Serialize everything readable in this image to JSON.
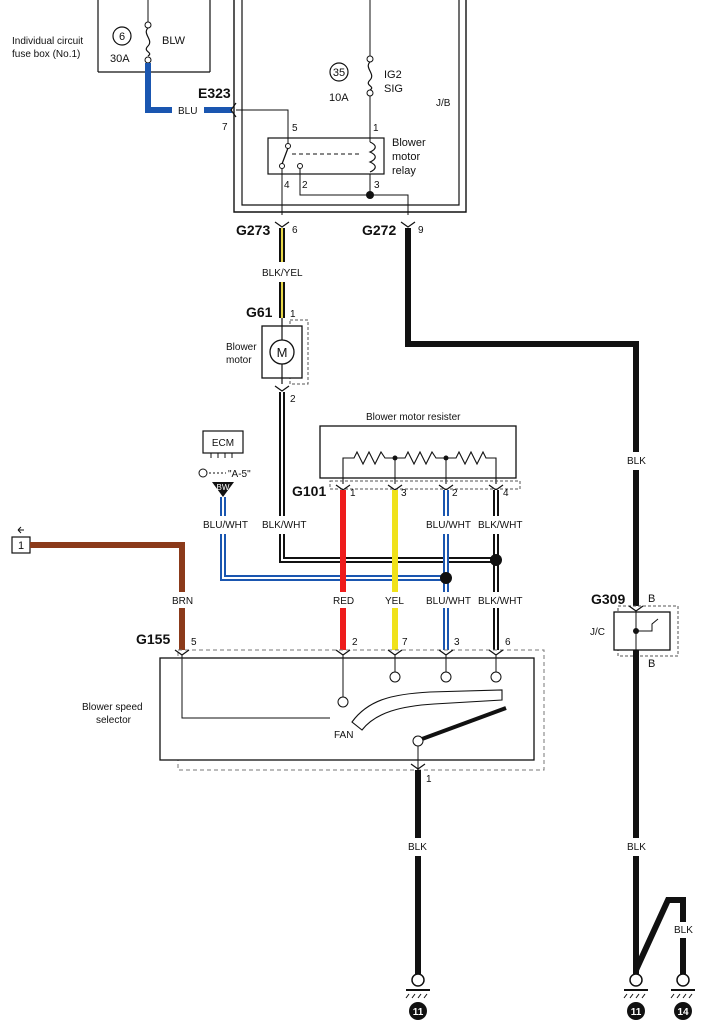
{
  "fuse_box": {
    "label_line1": "Individual circuit",
    "label_line2": "fuse box (No.1)",
    "fuse_number": "6",
    "fuse_rating": "30A",
    "fuse_name": "BLW"
  },
  "junction_block": {
    "label": "J/B",
    "fuse_number": "35",
    "fuse_rating": "10A",
    "fuse_name_line1": "IG2",
    "fuse_name_line2": "SIG",
    "relay_label_line1": "Blower",
    "relay_label_line2": "motor",
    "relay_label_line3": "relay",
    "relay_pins": [
      "5",
      "1",
      "4",
      "2",
      "3"
    ]
  },
  "connectors": {
    "e323": {
      "name": "E323",
      "pin": "7"
    },
    "g273": {
      "name": "G273",
      "pin": "6"
    },
    "g272": {
      "name": "G272",
      "pin": "9"
    },
    "g61": {
      "name": "G61",
      "pin_top": "1",
      "pin_bottom": "2"
    },
    "g101": {
      "name": "G101",
      "pins": [
        "1",
        "3",
        "2",
        "4"
      ]
    },
    "g155": {
      "name": "G155",
      "pins": [
        "5",
        "2",
        "7",
        "3",
        "6"
      ],
      "pin_bottom": "1"
    },
    "g309": {
      "name": "G309",
      "pin_top": "B",
      "pin_bottom": "B"
    }
  },
  "components": {
    "blower_motor_line1": "Blower",
    "blower_motor_line2": "motor",
    "motor_symbol": "M",
    "resister_label": "Blower motor resister",
    "ecm_label": "ECM",
    "ecm_ref": "\"A-5\"",
    "ecm_pin": "BW",
    "speed_selector_line1": "Blower speed",
    "speed_selector_line2": "selector",
    "fan_label": "FAN",
    "jc_label": "J/C",
    "left_ref": "1"
  },
  "wires": {
    "blu": "BLU",
    "blk_yel": "BLK/YEL",
    "blk_wht_motor": "BLK/WHT",
    "blu_wht_ecm": "BLU/WHT",
    "blu_wht_res": "BLU/WHT",
    "blk_wht_res": "BLK/WHT",
    "brn": "BRN",
    "red": "RED",
    "yel": "YEL",
    "blu_wht_sel": "BLU/WHT",
    "blk_wht_sel": "BLK/WHT",
    "blk_main": "BLK",
    "blk_jc": "BLK",
    "blk_selector": "BLK",
    "blk_ground14": "BLK"
  },
  "grounds": [
    "11",
    "11",
    "14"
  ],
  "colors": {
    "blk": "#111111",
    "blu": "#1a56b0",
    "brn": "#8b3a1a",
    "red": "#ee1c1c",
    "yel": "#f0e21a",
    "blk_yel_stripe": "#e8d84a",
    "blu_wht_stripe": "#ffffff"
  }
}
